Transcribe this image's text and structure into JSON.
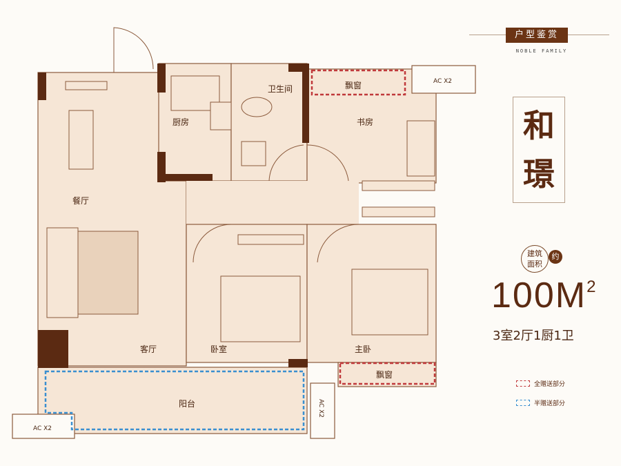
{
  "header": {
    "title": "户型鉴赏",
    "subtitle": "NOBLE FAMILY"
  },
  "project_name": {
    "char1": "和",
    "char2": "璟"
  },
  "area": {
    "label_line1": "建筑",
    "label_line2": "面积",
    "approx": "约",
    "value": "100M",
    "unit_sup": "2"
  },
  "layout_summary": "3室2厅1厨1卫",
  "legend": [
    {
      "label": "全赠送部分",
      "color": "#c0393b"
    },
    {
      "label": "半赠送部分",
      "color": "#3a8fd0"
    }
  ],
  "rooms": {
    "dining": "餐厅",
    "kitchen": "厨房",
    "bathroom": "卫生间",
    "study": "书房",
    "living": "客厅",
    "bedroom": "卧室",
    "master": "主卧",
    "balcony": "阳台",
    "bay_window_study": "飘窗",
    "bay_window_master": "飘窗"
  },
  "ac_units": [
    "AC X2",
    "AC X2",
    "AC X2"
  ],
  "colors": {
    "wall": "#5b2a12",
    "floor": "#f6e6d6",
    "line": "#8b5a3c"
  }
}
